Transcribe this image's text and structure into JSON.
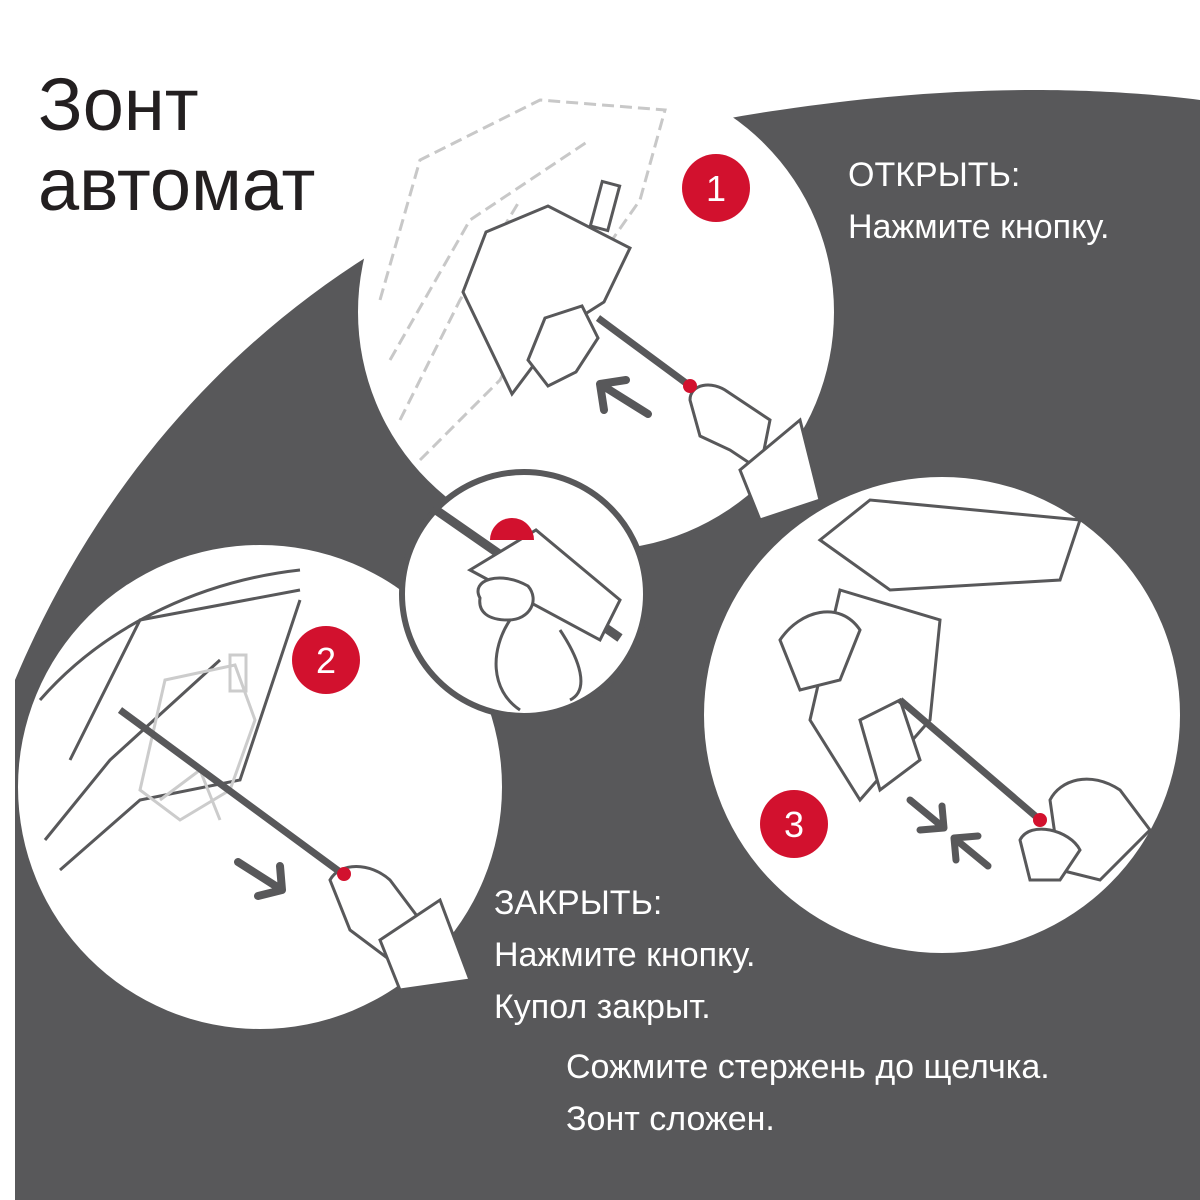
{
  "title": {
    "line1": "Зонт",
    "line2": "автомат"
  },
  "steps": [
    {
      "number": "1",
      "heading": "ОТКРЫТЬ:",
      "lines": [
        "Нажмите кнопку."
      ]
    },
    {
      "number": "2",
      "heading": "ЗАКРЫТЬ:",
      "lines": [
        "Нажмите кнопку.",
        "Купол закрыт."
      ]
    },
    {
      "number": "3",
      "heading": "",
      "lines": [
        "Сожмите стержень до щелчка.",
        "Зонт сложен."
      ]
    }
  ],
  "colors": {
    "background": "#58585a",
    "accent": "#d2112e",
    "line": "#58585a",
    "panel": "#ffffff",
    "title": "#231f20"
  },
  "icons": [
    "umbrella-open-illustration",
    "button-closeup-illustration",
    "umbrella-close-illustration",
    "umbrella-fold-illustration",
    "arrow-icon"
  ]
}
